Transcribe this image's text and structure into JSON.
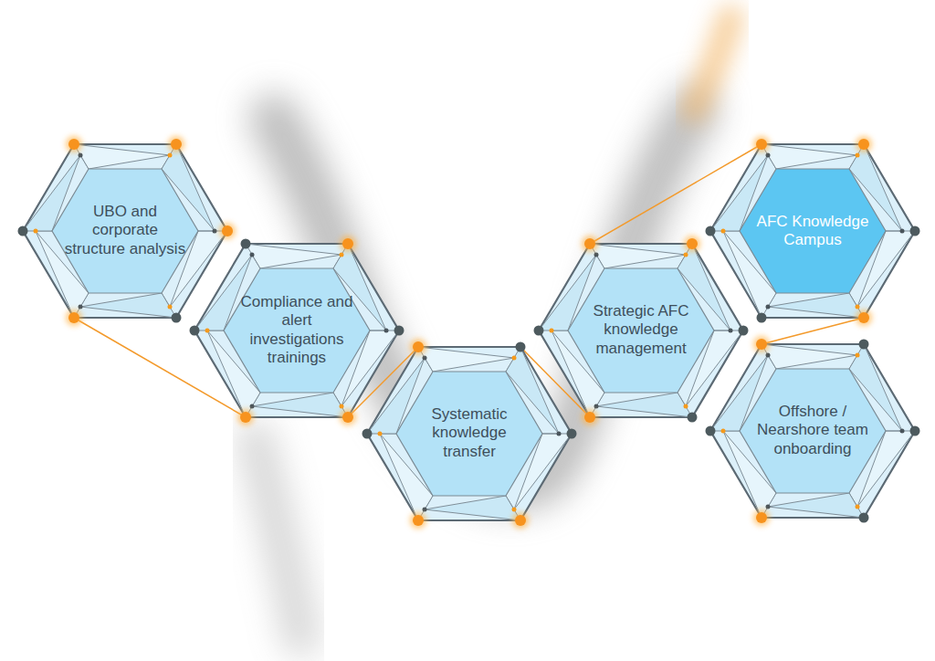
{
  "diagram": {
    "nodes": [
      {
        "text": [
          "UBO and corporate structure analysis"
        ]
      },
      {
        "text": [
          "Compliance and alert investigations trainings"
        ]
      },
      {
        "text": [
          "Systematic knowledge transfer"
        ]
      },
      {
        "text": [
          "Strategic AFC knowledge management"
        ]
      },
      {
        "text": [
          "AFC Knowledge Campus"
        ]
      },
      {
        "text": [
          "Offshore / Nearshore team onboarding"
        ]
      }
    ],
    "edges": [
      {
        "from": 0,
        "to": 1,
        "arrow": "none"
      },
      {
        "from": 1,
        "to": 2,
        "arrow": "none"
      },
      {
        "from": 2,
        "to": 3,
        "arrow": "none"
      },
      {
        "from": 3,
        "to": 4,
        "arrow": "none"
      },
      {
        "from": 4,
        "to": 5,
        "arrow": "none"
      }
    ]
  }
}
